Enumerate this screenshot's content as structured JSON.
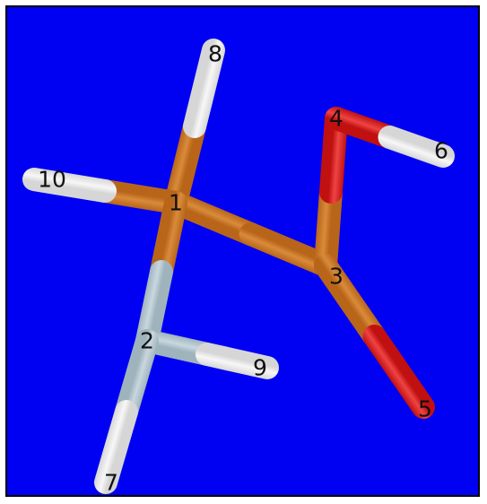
{
  "viewer": {
    "background": "#0000f2",
    "frame_color": "#000000"
  },
  "colors": {
    "carbon": "#b8651a",
    "carbon_highlight": "#d98b3a",
    "oxygen": "#c01010",
    "oxygen_highlight": "#ef4444",
    "nitrogen": "#9fb3bd",
    "nitrogen_highlight": "#c9d7de",
    "hydrogen": "#d6d6d6",
    "hydrogen_highlight": "#f7f7f7"
  },
  "atoms": [
    {
      "label": "1",
      "element": "carbon"
    },
    {
      "label": "2",
      "element": "nitrogen"
    },
    {
      "label": "3",
      "element": "carbon"
    },
    {
      "label": "4",
      "element": "oxygen"
    },
    {
      "label": "5",
      "element": "oxygen"
    },
    {
      "label": "6",
      "element": "hydrogen"
    },
    {
      "label": "7",
      "element": "hydrogen"
    },
    {
      "label": "8",
      "element": "hydrogen"
    },
    {
      "label": "9",
      "element": "hydrogen"
    },
    {
      "label": "10",
      "element": "hydrogen"
    }
  ],
  "bonds": [
    [
      "1",
      "8"
    ],
    [
      "1",
      "10"
    ],
    [
      "1",
      "3"
    ],
    [
      "1",
      "2"
    ],
    [
      "2",
      "9"
    ],
    [
      "2",
      "7"
    ],
    [
      "3",
      "4"
    ],
    [
      "3",
      "5"
    ],
    [
      "4",
      "6"
    ]
  ]
}
